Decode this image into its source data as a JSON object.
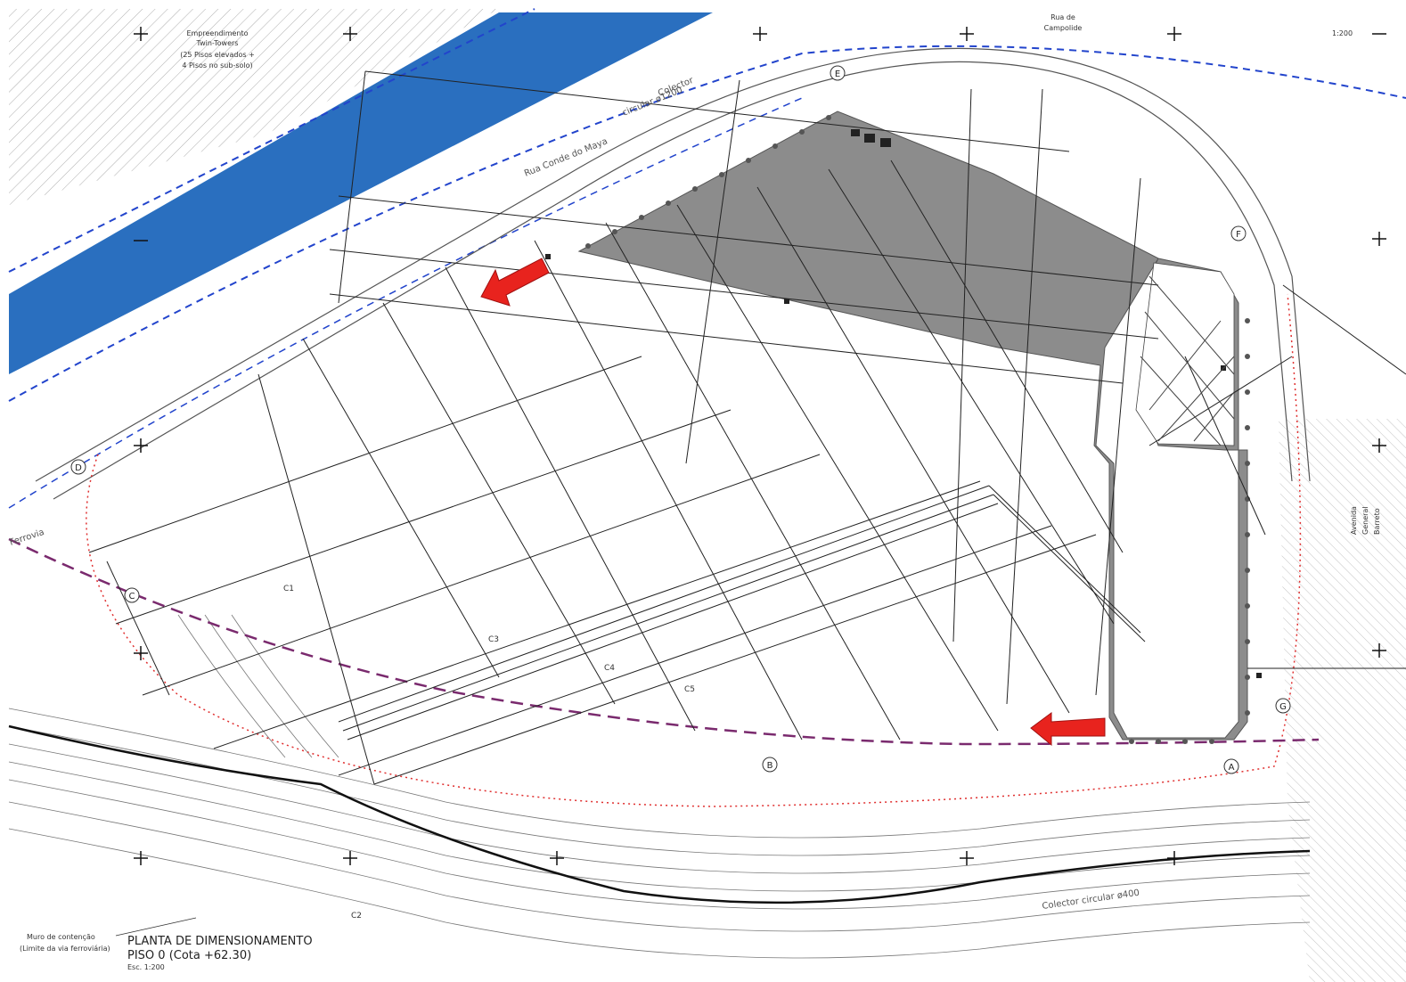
{
  "drawing": {
    "title_line1": "PLANTA DE DIMENSIONAMENTO",
    "title_line2": "PISO 0 (Cota +62.30)",
    "scale": "Esc. 1:200",
    "scale_ref": "1:200"
  },
  "labels": {
    "twin_towers_1": "Empreendimento",
    "twin_towers_2": "Twin-Towers",
    "twin_towers_3": "(25 Pisos elevados +",
    "twin_towers_4": "4 Pisos no sub-solo)",
    "rua_campolide_1": "Rua de",
    "rua_campolide_2": "Campolide",
    "collector_1200_1": "Colector",
    "collector_1200_2": "circular ø1200",
    "rua_conde": "Rua Conde do Maya",
    "collector_400": "Colector circular ø400",
    "ferrovia": "Ferrovia",
    "muro_1": "Muro de contenção",
    "muro_2": "(Limite da via ferroviária)",
    "av_gaspar_1": "Avenida",
    "av_gaspar_2": "General",
    "av_gaspar_3": "Barreto"
  },
  "points": [
    "A",
    "B",
    "C",
    "D",
    "E",
    "F",
    "G"
  ],
  "sections": [
    "C1",
    "C2",
    "C3",
    "C4",
    "C5"
  ],
  "colors": {
    "rail_band": "#2a6fbf",
    "slab": "#8c8c8c",
    "arrow": "#e8231e",
    "dashed_blue": "#2244cc",
    "dashed_purple": "#7a2a6e",
    "dotted_red": "#e03030"
  }
}
